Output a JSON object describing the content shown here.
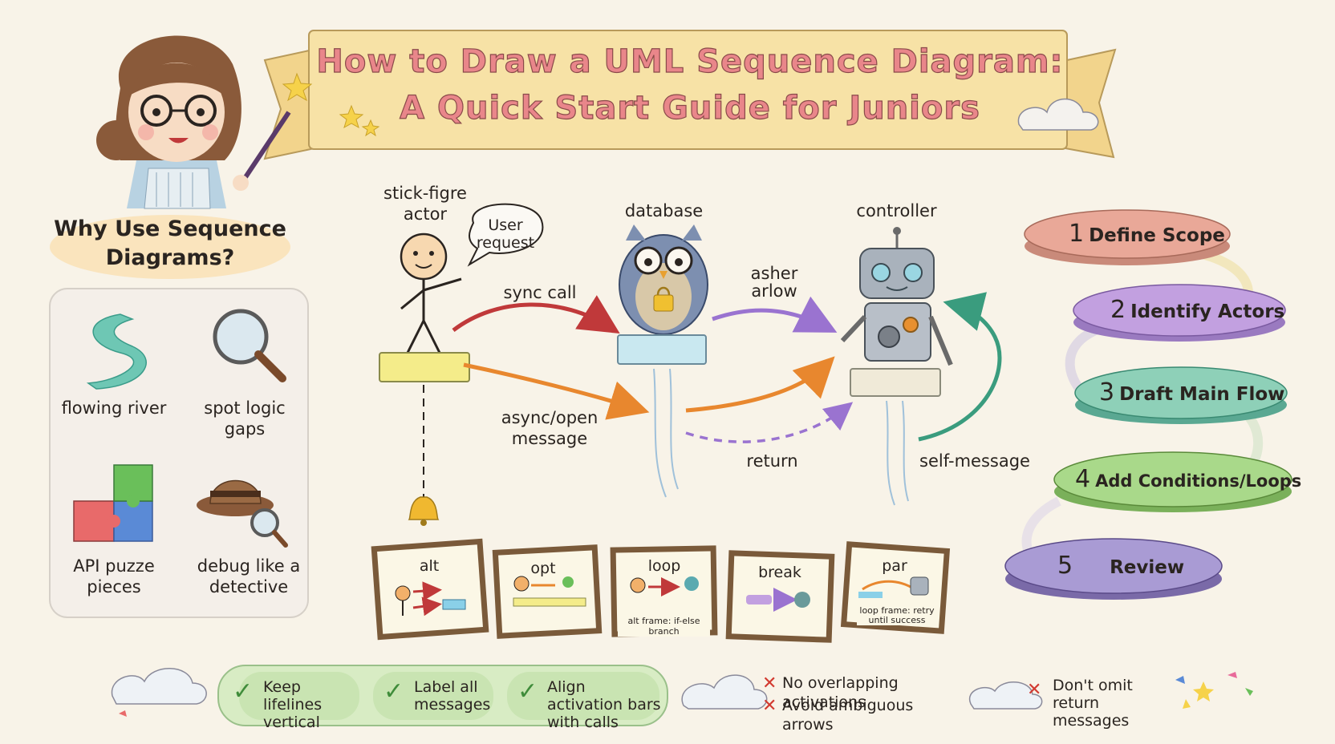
{
  "title": {
    "line1": "How to Draw a UML Sequence Diagram:",
    "line2": "A Quick Start Guide for Juniors"
  },
  "why": {
    "heading": "Why Use Sequence Diagrams?",
    "items": [
      {
        "label": "flowing river",
        "icon": "river-icon"
      },
      {
        "label": "spot logic gaps",
        "icon": "magnifier-icon"
      },
      {
        "label": "API puzze pieces",
        "icon": "puzzle-icon"
      },
      {
        "label": "debug like a detective",
        "icon": "detective-hat-icon"
      }
    ]
  },
  "diagram": {
    "actor_label": "stick-figre actor",
    "speech": "User request",
    "database_label": "database",
    "controller_label": "controller",
    "sync_call": "sync call",
    "async_message": "async/open message",
    "mirrored_label": "asher arlow",
    "return_label": "return",
    "self_message": "self-message"
  },
  "steps": [
    {
      "num": "1",
      "label": "Define Scope",
      "color": "#e9a898"
    },
    {
      "num": "2",
      "label": "Identify Actors",
      "color": "#c2a0e0"
    },
    {
      "num": "3",
      "label": "Draft Main Flow",
      "color": "#8ed0b8"
    },
    {
      "num": "4",
      "label": "Add Conditions/Loops",
      "color": "#a9d98a"
    },
    {
      "num": "5",
      "label": "Review",
      "color": "#a99bd4"
    }
  ],
  "frames": [
    {
      "label": "alt",
      "caption": ""
    },
    {
      "label": "opt",
      "caption": ""
    },
    {
      "label": "loop",
      "caption": "alt frame: if-else branch"
    },
    {
      "label": "break",
      "caption": ""
    },
    {
      "label": "par",
      "caption": "loop frame: retry until success"
    }
  ],
  "tips": {
    "do": [
      "Keep lifelines vertical",
      "Label all messages",
      "Align activation bars with calls"
    ],
    "dont": [
      "No overlapping activations",
      "Avoid ambiguous arrows",
      "Don't omit return messages"
    ]
  },
  "colors": {
    "banner": "#f7e2a6",
    "title_text": "#e9868a",
    "sync_arrow": "#c0393a",
    "async_arrow": "#e8872e",
    "return_arrow": "#9a73d0",
    "self_arrow": "#3a9c7e",
    "check": "#3f8c3a",
    "cross": "#d23a30"
  }
}
